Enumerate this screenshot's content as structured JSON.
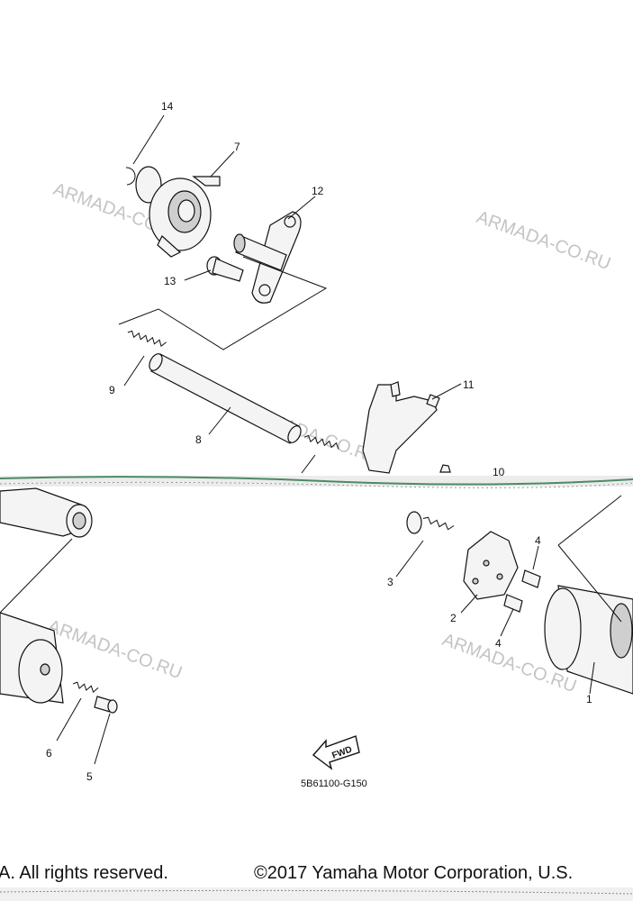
{
  "diagram": {
    "callouts": [
      {
        "id": "c14",
        "text": "14"
      },
      {
        "id": "c7",
        "text": "7"
      },
      {
        "id": "c12",
        "text": "12"
      },
      {
        "id": "c13",
        "text": "13"
      },
      {
        "id": "c9",
        "text": "9"
      },
      {
        "id": "c8",
        "text": "8"
      },
      {
        "id": "c11",
        "text": "11"
      },
      {
        "id": "c10",
        "text": "10"
      },
      {
        "id": "c3",
        "text": "3"
      },
      {
        "id": "c4a",
        "text": "4"
      },
      {
        "id": "c2",
        "text": "2"
      },
      {
        "id": "c4b",
        "text": "4"
      },
      {
        "id": "c1",
        "text": "1"
      },
      {
        "id": "c6",
        "text": "6"
      },
      {
        "id": "c5",
        "text": "5"
      }
    ],
    "watermark": "ARMADA-CO.RU",
    "fwd_label": "FWD",
    "drawing_code": "5B61100-G150",
    "copyright_right": "©2017 Yamaha Motor Corporation, U.S.",
    "copyright_left": "A. All rights reserved."
  }
}
